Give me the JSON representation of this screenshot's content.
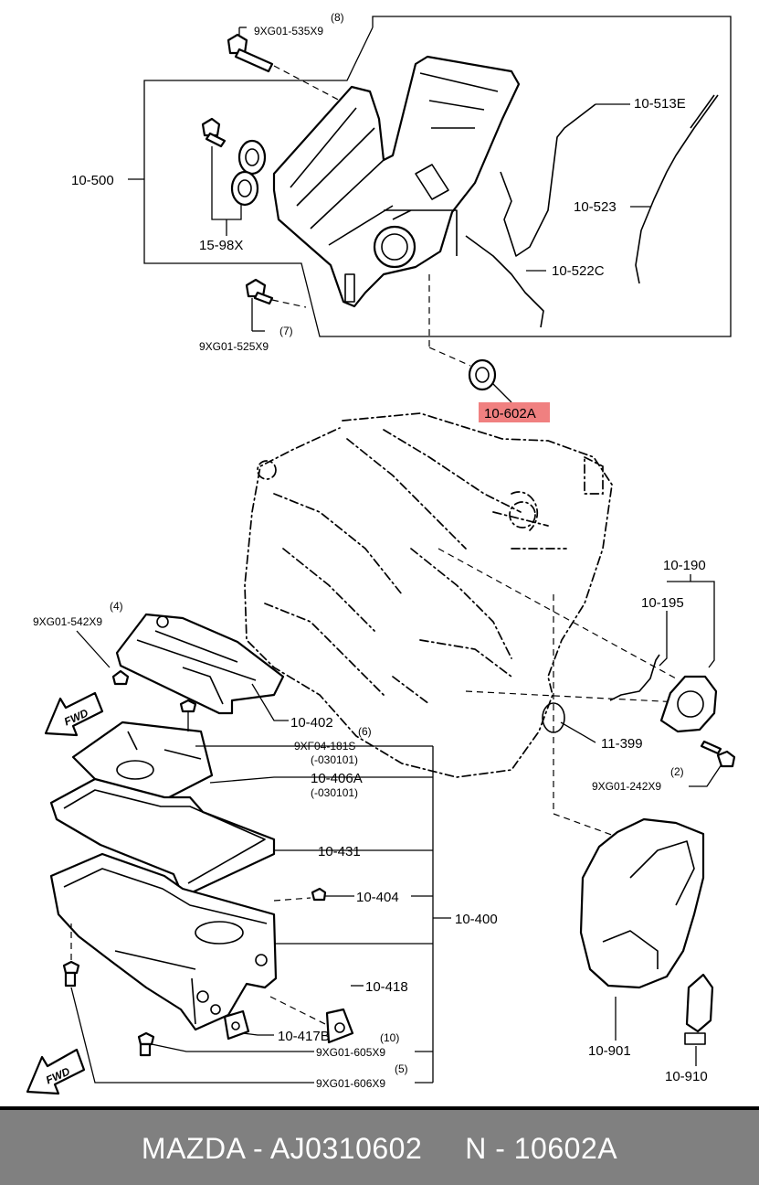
{
  "labels": {
    "bolt_8_callout": "(8)",
    "bolt_8_part": "9XG01-535X9",
    "front_cover": "10-500",
    "cover_seal": "15-98X",
    "bolt_7_callout": "(7)",
    "bolt_7_part": "9XG01-525X9",
    "gasket_e": "10-513E",
    "gasket_523": "10-523",
    "gasket_c": "10-522C",
    "oil_seal": "10-602A",
    "rear_seal_assy": "10-190",
    "rear_seal_gasket": "10-195",
    "bolt_4_callout": "(4)",
    "bolt_4_part": "9XG01-542X9",
    "baffle": "10-402",
    "plug": "11-399",
    "bolt_2_callout": "(2)",
    "bolt_2_part": "9XG01-242X9",
    "bolt_6_callout": "(6)",
    "bolt_6_part": "9XF04-181S",
    "bolt_6_date": "(-030101)",
    "stiffener": "10-406A",
    "stiffener_date": "(-030101)",
    "pan_gasket": "10-431",
    "drain_plug": "10-404",
    "oil_pan": "10-400",
    "pan_cover": "10-418",
    "pan_cover_gasket": "10-417B",
    "bolt_10_callout": "(10)",
    "bolt_10_part": "9XG01-605X9",
    "bolt_5_callout": "(5)",
    "bolt_5_part": "9XG01-606X9",
    "plate": "10-901",
    "plate_clip": "10-910",
    "fwd_top": "FWD",
    "fwd_bottom": "FWD"
  },
  "highlight": {
    "part": "10-602A",
    "color": "#f08080"
  },
  "footer": {
    "text": "MAZDA - AJ0310602     N - 10602A",
    "background": "#808080",
    "text_color": "#ffffff"
  }
}
